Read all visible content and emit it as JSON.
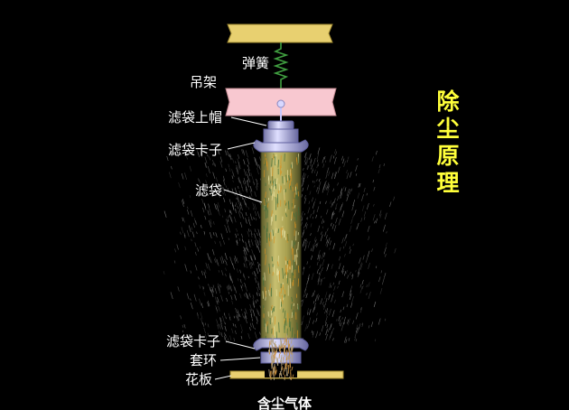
{
  "title_chars": [
    "除",
    "尘",
    "原",
    "理"
  ],
  "labels": {
    "spring": "弹簧",
    "hanger": "吊架",
    "bag_cap": "滤袋上帽",
    "bag_clamp_top": "滤袋卡子",
    "bag": "滤袋",
    "bag_clamp_bottom": "滤袋卡子",
    "collar": "套环",
    "tube_sheet": "花板",
    "dusty_gas": "含尘气体"
  },
  "colors": {
    "background": "#000000",
    "title": "#ffff3a",
    "plate": "#e8d070",
    "hanger": "#f8c8d0",
    "bag": "#b8b060",
    "fitting": "#b8b8e8",
    "spring": "#40a040"
  }
}
